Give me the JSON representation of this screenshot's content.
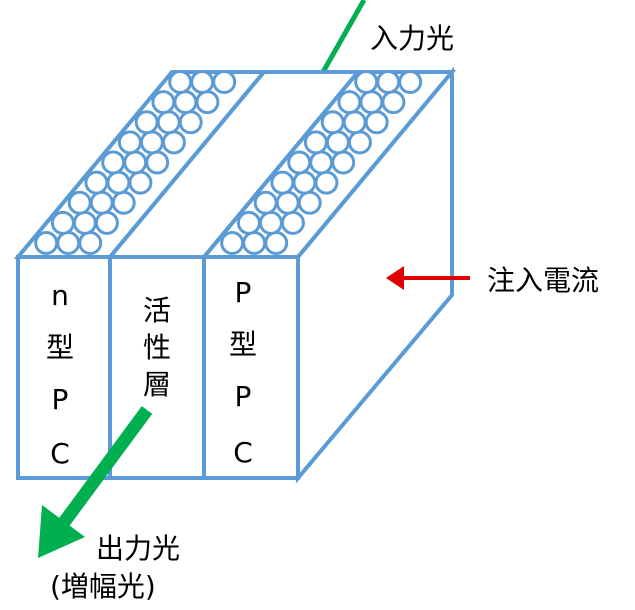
{
  "labels": {
    "input_light": "入力光",
    "injection_current": "注入電流",
    "output_light": "出力光",
    "amplified_light": "(増幅光)"
  },
  "layers": {
    "n_type": [
      "n",
      "型",
      "P",
      "C"
    ],
    "active": [
      "活",
      "性",
      "層"
    ],
    "p_type": [
      "P",
      "型",
      "P",
      "C"
    ]
  },
  "colors": {
    "box_edge": "#5b9bd5",
    "input_arrow": "#00b050",
    "output_arrow": "#00b050",
    "current_arrow": "#e00000",
    "circle_stroke": "#5b9bd5",
    "circle_fill": "#ffffff"
  }
}
